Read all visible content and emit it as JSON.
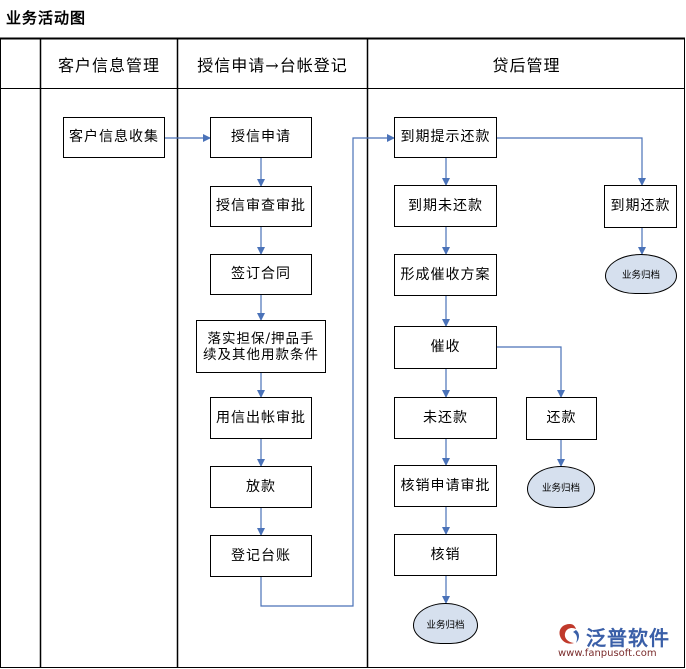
{
  "title": "业务活动图",
  "lanes": [
    "客户信息管理",
    "授信申请→台帐登记",
    "贷后管理"
  ],
  "nodes": {
    "customer_info_collect": "客户信息收集",
    "credit_application": "授信申请",
    "credit_review": "授信审查审批",
    "sign_contract": "签订合同",
    "collateral": "落实担保/押品手续及其他用款条件",
    "disbursement_approval": "用信出帐审批",
    "loan_release": "放款",
    "ledger_register": "登记台账",
    "due_reminder": "到期提示还款",
    "due_unpaid": "到期未还款",
    "collection_plan": "形成催收方案",
    "collection": "催收",
    "not_repaid": "未还款",
    "writeoff_approval": "核销申请审批",
    "writeoff": "核销",
    "due_repaid": "到期还款",
    "repaid": "还款",
    "archive": "业务归档"
  },
  "brand": {
    "name": "泛普软件",
    "url": "www.fanpusoft.com"
  },
  "colors": {
    "arrow": "#4a72b8",
    "archive_fill": "#d6e0ee",
    "brand": "#3a5fa8"
  }
}
